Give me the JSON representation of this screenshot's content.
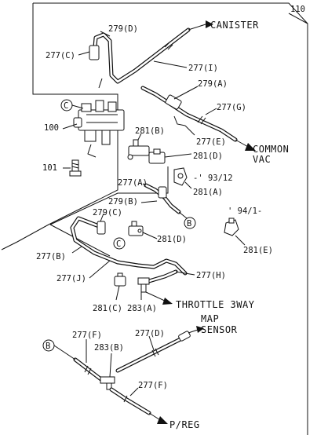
{
  "labels": {
    "l110": "110",
    "canister": "CANISTER",
    "l279d": "279(D)",
    "l277c": "277(C)",
    "l277i": "277(I)",
    "l279a": "279(A)",
    "l277g": "277(G)",
    "lC1": "C",
    "l100": "100",
    "l281b": "281(B)",
    "l277e": "277(E)",
    "common": "COMMON",
    "vac": "VAC",
    "l281d1": "281(D)",
    "l101": "101",
    "date1": "-' 93/12",
    "l277a": "277(A)",
    "l281a": "281(A)",
    "l279b": "279(B)",
    "lB1": "B",
    "date2": "' 94/1-",
    "l279c": "279(C)",
    "l281d2": "281(D)",
    "l277b": "277(B)",
    "lC2": "C",
    "l281e": "281(E)",
    "l277j": "277(J)",
    "l277h": "277(H)",
    "l281c": "281(C)",
    "l283a": "283(A)",
    "throttle": "THROTTLE 3WAY",
    "map": "MAP",
    "sensor": "SENSOR",
    "l277f1": "277(F)",
    "l277d": "277(D)",
    "lB2": "B",
    "l283b": "283(B)",
    "l277f2": "277(F)",
    "preg": "P/REG"
  }
}
